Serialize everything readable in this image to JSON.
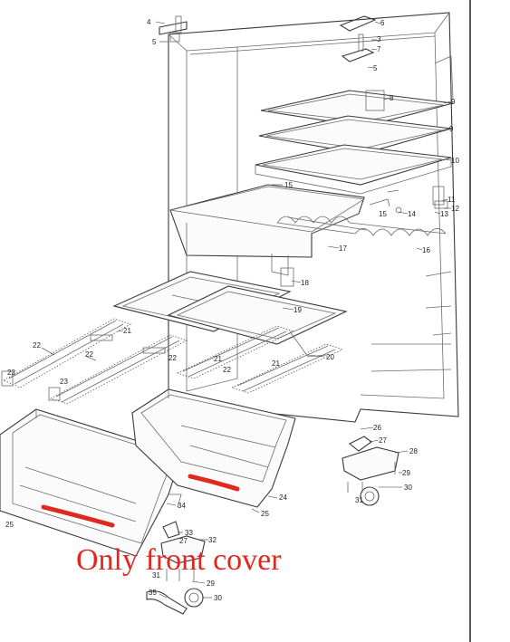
{
  "caption": "Only front cover",
  "colors": {
    "caption": "#e0281e",
    "highlight": "#e0281e",
    "line": "#3a3a3a",
    "background": "#ffffff"
  },
  "part_labels": [
    "4",
    "5",
    "6",
    "3",
    "7",
    "5",
    "8",
    "9",
    "9",
    "10",
    "15",
    "11",
    "12",
    "13",
    "15",
    "14",
    "16",
    "17",
    "18",
    "19",
    "21",
    "20",
    "22",
    "22",
    "23",
    "23",
    "21",
    "22",
    "22",
    "21",
    "26",
    "27",
    "28",
    "29",
    "31",
    "30",
    "24",
    "25",
    "34",
    "25",
    "33",
    "27",
    "32",
    "31",
    "29",
    "35",
    "30"
  ]
}
